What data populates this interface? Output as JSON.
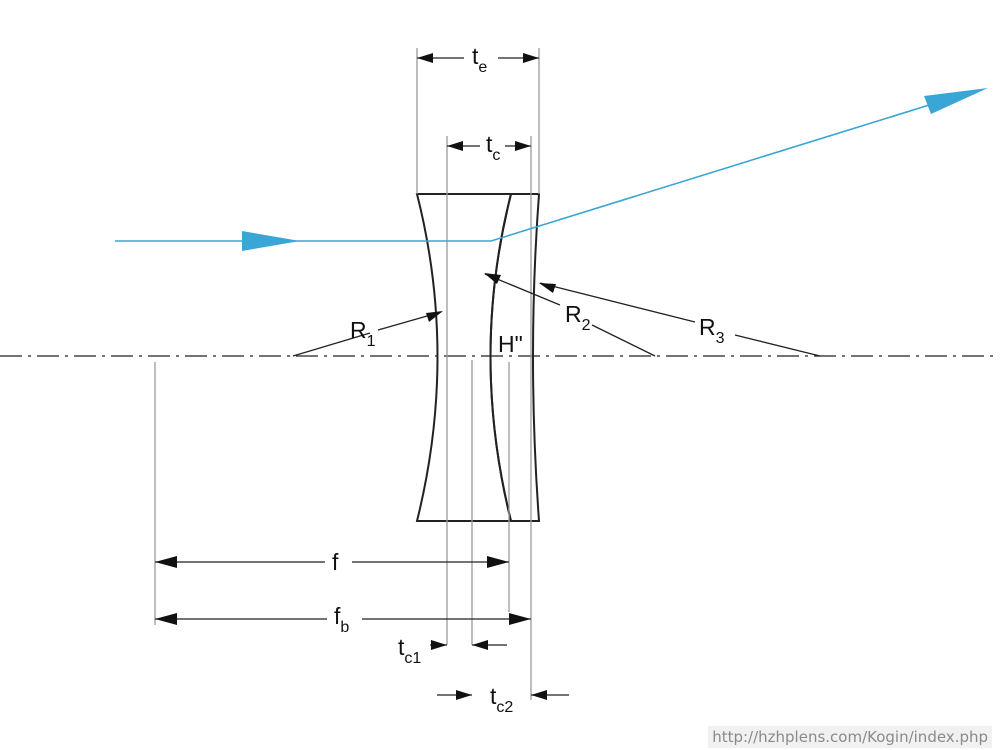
{
  "labels": {
    "te": {
      "main": "t",
      "sub": "e"
    },
    "tc": {
      "main": "t",
      "sub": "c"
    },
    "r1": {
      "main": "R",
      "sub": "1"
    },
    "r2": {
      "main": "R",
      "sub": "2"
    },
    "r3": {
      "main": "R",
      "sub": "3"
    },
    "h2": "H\"",
    "f": "f",
    "fb": {
      "main": "f",
      "sub": "b"
    },
    "tc1": {
      "main": "t",
      "sub": "c1"
    },
    "tc2": {
      "main": "t",
      "sub": "c2"
    }
  },
  "watermark": "http://hzhplens.com/Kogin/index.php",
  "colors": {
    "ray": "#3aa6d6",
    "line": "#222222",
    "extension": "#9a9a9a"
  }
}
